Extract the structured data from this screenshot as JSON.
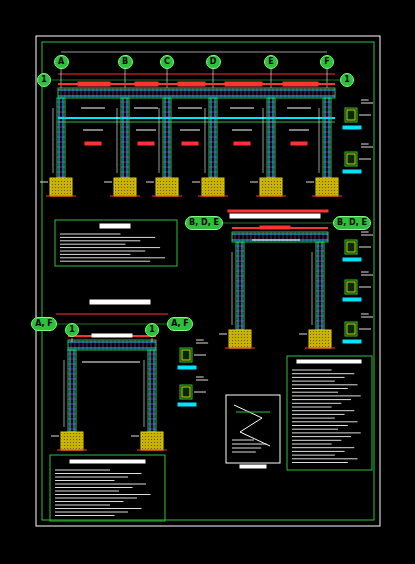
{
  "diagram": {
    "nodes": [
      {
        "text": [
          "A"
        ]
      },
      {
        "text": [
          "B"
        ]
      },
      {
        "text": [
          "C"
        ]
      },
      {
        "text": [
          "D"
        ]
      },
      {
        "text": [
          "E"
        ]
      },
      {
        "text": [
          "F"
        ]
      },
      {
        "text": [
          "1"
        ]
      },
      {
        "text": [
          "1"
        ]
      },
      {
        "text": [
          "B, D, E"
        ]
      },
      {
        "text": [
          "B, D, E"
        ]
      },
      {
        "text": [
          "A, F"
        ]
      },
      {
        "text": [
          "1"
        ]
      },
      {
        "text": [
          "1"
        ]
      },
      {
        "text": [
          "A, F"
        ]
      }
    ]
  }
}
